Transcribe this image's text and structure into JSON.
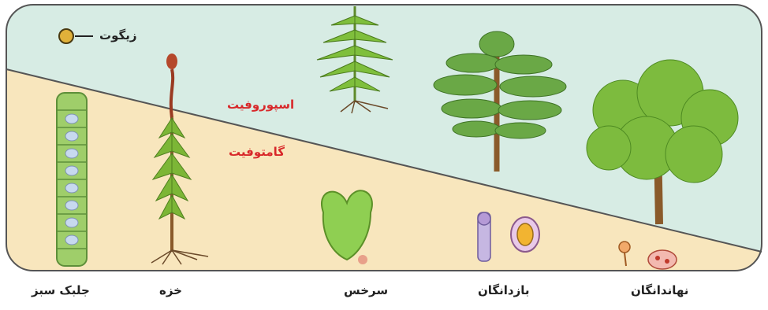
{
  "legend": {
    "zygote_label": "زیگوت"
  },
  "phases": {
    "sporophyte": "اسپوروفیت",
    "gametophyte": "گامتوفیت"
  },
  "groups": {
    "green_alga": "جلبک سبز",
    "moss": "خزه",
    "fern": "سرخس",
    "gymnosperms": "بازدانگان",
    "angiosperms": "نهاندانگان"
  },
  "colors": {
    "sporophyte_bg": "#d7ece4",
    "gametophyte_bg": "#f8e6bd",
    "label_red": "#d8282a",
    "border": "#555555"
  }
}
